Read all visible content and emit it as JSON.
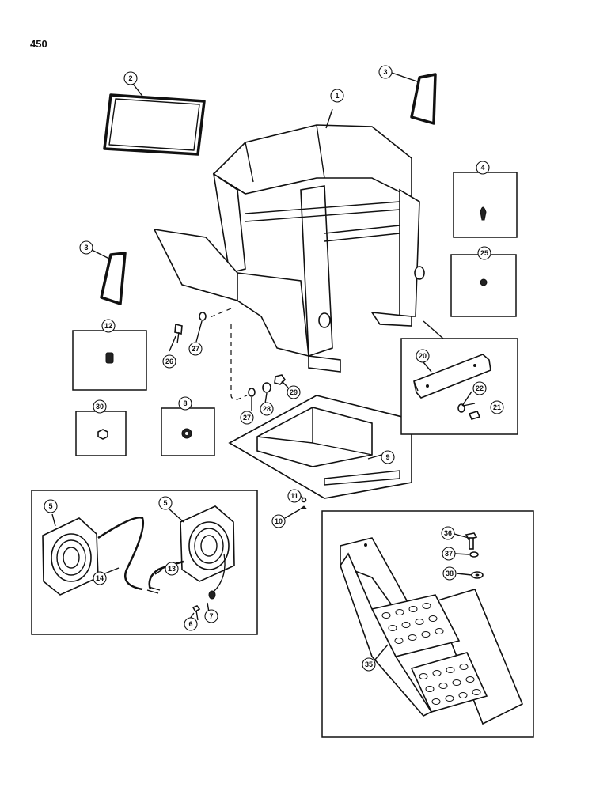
{
  "page": {
    "number": "450"
  },
  "callouts": {
    "c1": "1",
    "c2": "2",
    "c3a": "3",
    "c3b": "3",
    "c4": "4",
    "c5a": "5",
    "c5b": "5",
    "c6": "6",
    "c7": "7",
    "c8": "8",
    "c9": "9",
    "c10": "10",
    "c11": "11",
    "c12": "12",
    "c13": "13",
    "c14": "14",
    "c20": "20",
    "c21": "21",
    "c22": "22",
    "c25": "25",
    "c26": "26",
    "c27a": "27",
    "c27b": "27",
    "c28": "28",
    "c29": "29",
    "c30": "30",
    "c35": "35",
    "c36": "36",
    "c37": "37",
    "c38": "38"
  }
}
